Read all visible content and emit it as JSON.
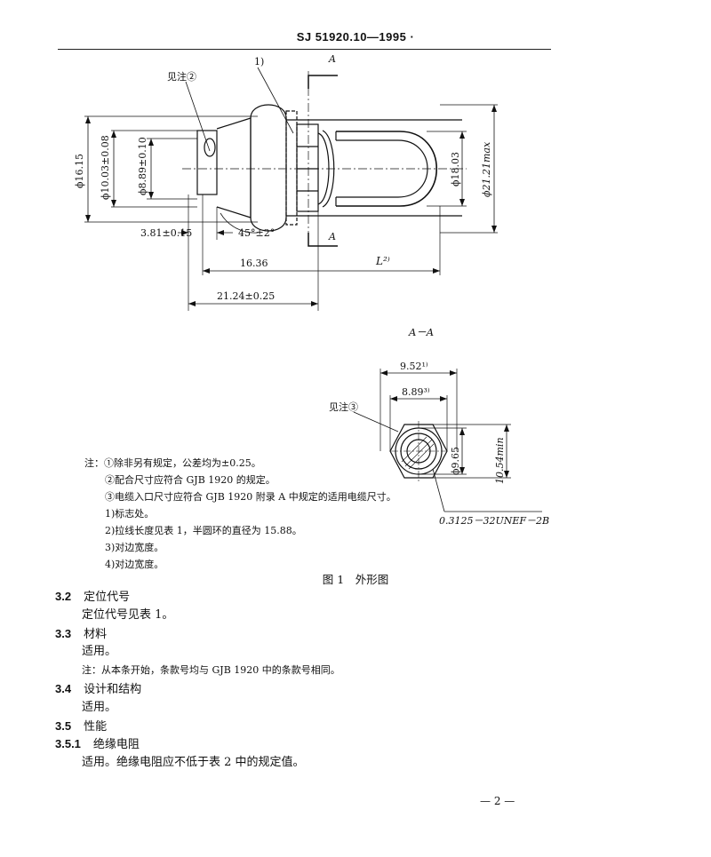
{
  "header": {
    "code": "SJ 51920.10—1995  ·"
  },
  "figure": {
    "callout_top": "1)",
    "see_note_2": "见注②",
    "section_mark_a": "A",
    "dim_d16_15": "ϕ16.15",
    "dim_d10_03": "ϕ10.03±0.08",
    "dim_d8_89": "ϕ8.89±0.10",
    "dim_d18_03": "ϕ18.03",
    "dim_d21_21": "ϕ21.21max",
    "dim_3_81": "3.81±0.15",
    "dim_angle": "45°±2°",
    "dim_16_36": "16.36",
    "dim_L": "L²⁾",
    "dim_21_24": "21.24±0.25",
    "section_title": "A－A",
    "dim_9_52": "9.52¹⁾",
    "dim_8_89": "8.89³⁾",
    "see_note_3": "见注③",
    "dim_d9_65": "ϕ9.65",
    "dim_10_54": "10.54min",
    "thread": "0.3125－32UNEF－2B"
  },
  "notes": [
    "注：①除非另有规定，公差均为±0.25。",
    "②配合尺寸应符合 GJB 1920 的规定。",
    "③电缆入口尺寸应符合 GJB 1920 附录 A 中规定的适用电缆尺寸。",
    "1)标志处。",
    "2)拉线长度见表 1，半圆环的直径为 15.88。",
    "3)对边宽度。",
    "4)对边宽度。"
  ],
  "caption": "图 1　外形图",
  "sections": {
    "s32_num": "3.2",
    "s32_title": "定位代号",
    "s32_text": "定位代号见表 1。",
    "s33_num": "3.3",
    "s33_title": "材料",
    "s33_text": "适用。",
    "s33_note": "注：从本条开始，条款号均与 GJB 1920 中的条款号相同。",
    "s34_num": "3.4",
    "s34_title": "设计和结构",
    "s34_text": "适用。",
    "s35_num": "3.5",
    "s35_title": "性能",
    "s351_num": "3.5.1",
    "s351_title": "绝缘电阻",
    "s351_text": "适用。绝缘电阻应不低于表 2 中的规定值。"
  },
  "page_number": "— 2 —"
}
